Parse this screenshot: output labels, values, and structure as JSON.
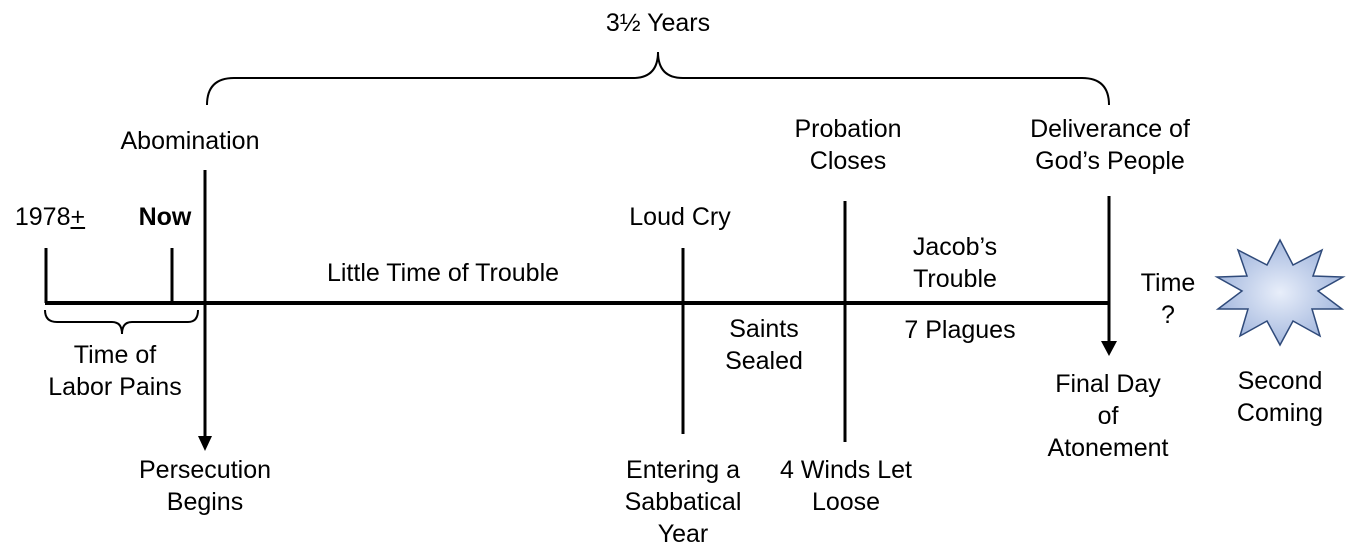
{
  "span_label": "3½ Years",
  "year_prefix": "1978",
  "year_suffix": "+",
  "now": "Now",
  "abomination": "Abomination",
  "little_time": "Little Time of Trouble",
  "loud_cry": "Loud Cry",
  "probation": [
    "Probation",
    "Closes"
  ],
  "deliverance": [
    "Deliverance of",
    "God’s People"
  ],
  "jacobs": [
    "Jacob’s",
    "Trouble"
  ],
  "time_q": [
    "Time",
    "?"
  ],
  "labor": [
    "Time of",
    "Labor Pains"
  ],
  "saints": [
    "Saints",
    "Sealed"
  ],
  "plagues": "7 Plagues",
  "final_day": [
    "Final Day",
    "of",
    "Atonement"
  ],
  "second_coming": [
    "Second",
    "Coming"
  ],
  "persecution": [
    "Persecution",
    "Begins"
  ],
  "sabbatical": [
    "Entering a",
    "Sabbatical",
    "Year"
  ],
  "winds": [
    "4 Winds Let",
    "Loose"
  ],
  "colors": {
    "line": "#000000",
    "star_fill": "#9fb4dc",
    "star_stroke": "#2f4a7a"
  }
}
